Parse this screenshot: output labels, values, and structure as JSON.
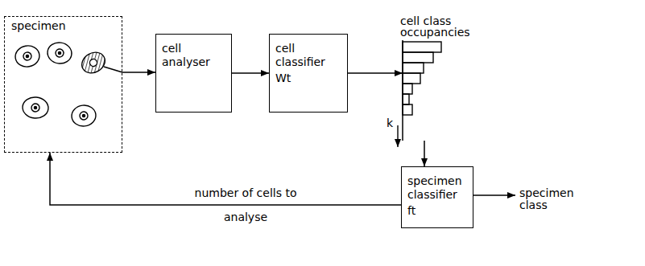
{
  "diagram": {
    "nodes": [
      {
        "text": [
          "specimen"
        ]
      },
      {
        "text": [
          "cell analyser"
        ]
      },
      {
        "text": [
          "cell classifier",
          "Wt"
        ]
      },
      {
        "text": [
          "cell class occupancies"
        ]
      },
      {
        "text": [
          "specimen classifier",
          "ft"
        ]
      }
    ],
    "edges": [
      {
        "from": 0,
        "to": 1,
        "arrow": "to"
      },
      {
        "from": 1,
        "to": 2,
        "arrow": "to"
      },
      {
        "from": 2,
        "to": 3,
        "arrow": "to"
      },
      {
        "from": 3,
        "to": 4,
        "arrow": "to"
      },
      {
        "from": 4,
        "to": 0,
        "arrow": "to",
        "label": "number of cells to analyse"
      }
    ],
    "labels": [
      "k",
      "specimen class"
    ]
  }
}
